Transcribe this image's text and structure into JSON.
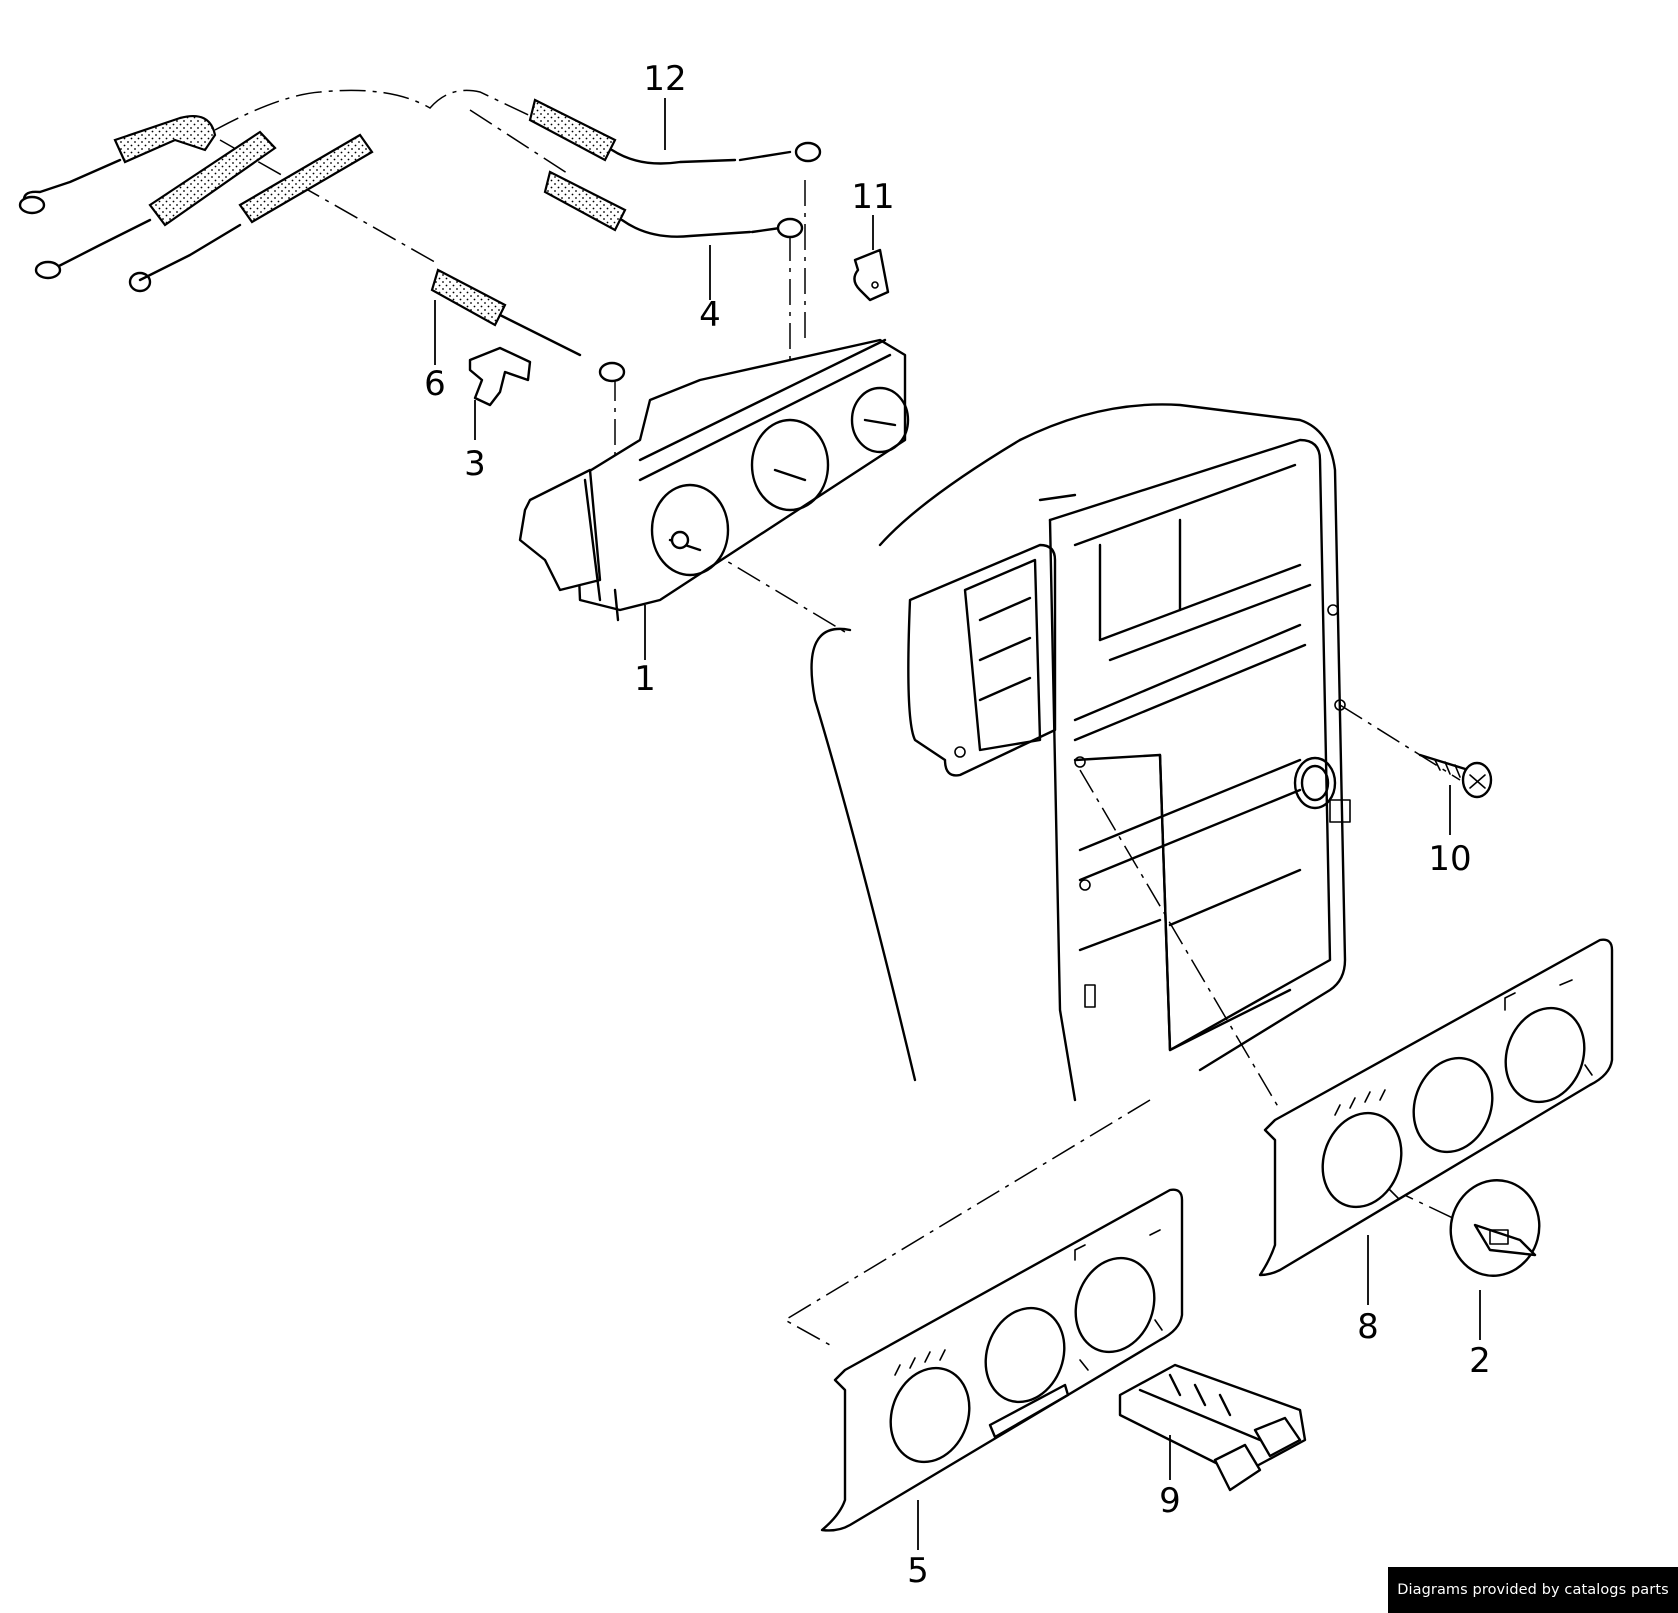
{
  "diagram": {
    "callouts": [
      {
        "id": "1",
        "label": "1"
      },
      {
        "id": "2",
        "label": "2"
      },
      {
        "id": "3",
        "label": "3"
      },
      {
        "id": "4",
        "label": "4"
      },
      {
        "id": "5",
        "label": "5"
      },
      {
        "id": "6",
        "label": "6"
      },
      {
        "id": "8",
        "label": "8"
      },
      {
        "id": "9",
        "label": "9"
      },
      {
        "id": "10",
        "label": "10"
      },
      {
        "id": "11",
        "label": "11"
      },
      {
        "id": "12",
        "label": "12"
      }
    ]
  },
  "credit": {
    "text": "Diagrams provided by catalogs parts"
  }
}
